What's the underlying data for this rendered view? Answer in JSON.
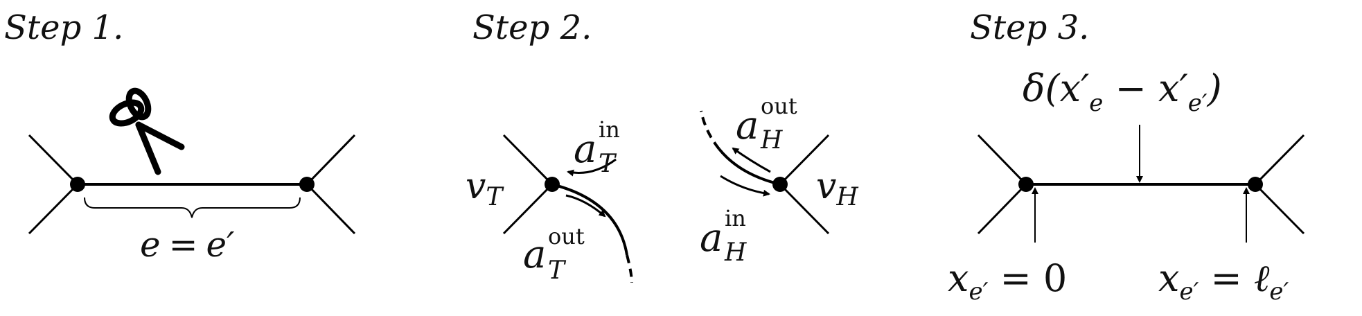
{
  "steps": {
    "step1": "Step 1.",
    "step2": "Step 2.",
    "step3": "Step 3."
  },
  "panel1": {
    "edge_label_lhs": "e",
    "edge_label_eq": "=",
    "edge_label_rhs": "e′",
    "icon": "scissors-icon"
  },
  "panel2": {
    "vT": "v",
    "vT_sub": "T",
    "vH": "v",
    "vH_sub": "H",
    "a": "a",
    "in": "in",
    "out": "out",
    "T": "T",
    "H": "H"
  },
  "panel3": {
    "delta": "δ(x′",
    "delta_sub1": "e",
    "delta_mid": " − x′",
    "delta_sub2": "e′",
    "delta_close": ")",
    "x": "x",
    "x_sub": "e′",
    "eq0": " = 0",
    "eq_l": " = ℓ",
    "l_sub": "e′"
  }
}
